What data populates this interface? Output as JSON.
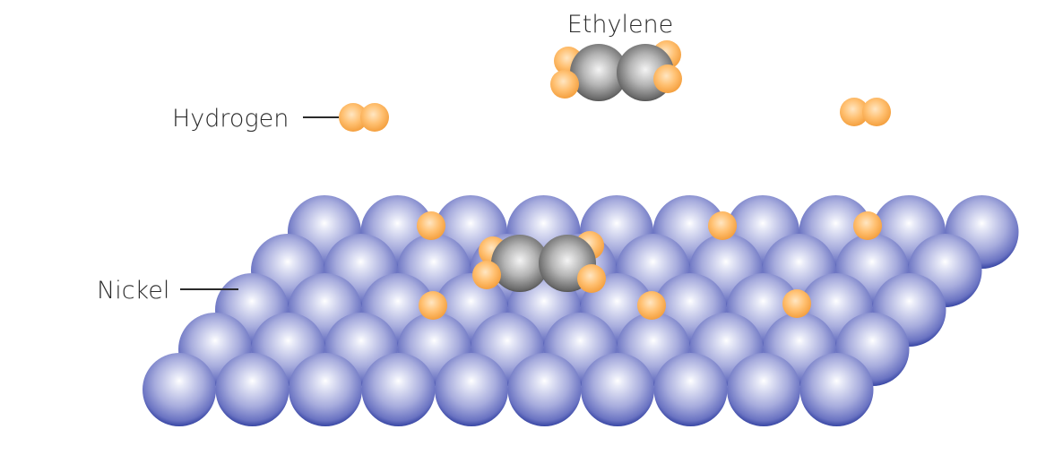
{
  "labels": {
    "ethylene": "Ethylene",
    "hydrogen": "Hydrogen",
    "nickel": "Nickel"
  },
  "colors": {
    "nickel_light": "#e9ebf8",
    "nickel_mid": "#8f95d2",
    "nickel_dark": "#2a3a9c",
    "hydrogen_light": "#ffd49a",
    "hydrogen_mid": "#f7a84c",
    "carbon_light": "#e6e6e6",
    "carbon_mid": "#8c8c8c",
    "carbon_dark": "#3a3a3a",
    "text": "#2b2b2b",
    "background": "#ffffff"
  }
}
